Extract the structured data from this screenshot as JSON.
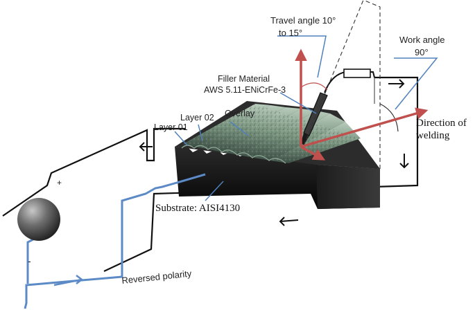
{
  "labels": {
    "travel_angle_line1": "Travel angle 10°",
    "travel_angle_line2": "to 15°",
    "work_angle_line1": "Work angle",
    "work_angle_line2": "90°",
    "filler_line1": "Filler Material",
    "filler_line2": "AWS 5.11-ENiCrFe-3",
    "layer_02": "Layer 02",
    "layer_01": "Layer 01",
    "overlay": "Overlay",
    "direction_line1": "Direction of",
    "direction_line2": "welding",
    "substrate": "Substrate: AISI4130",
    "reversed_polarity": "Reversed polarity",
    "plus_sign": "+",
    "minus_sign": "-"
  },
  "colors": {
    "arrow_red": "#c0504d",
    "cable_blue": "#5b8ac6",
    "leader_blue": "#4f81bd",
    "block_dark": "#1a1a1a",
    "overlay_green": "#7f9a86",
    "circuit_black": "#111111"
  }
}
